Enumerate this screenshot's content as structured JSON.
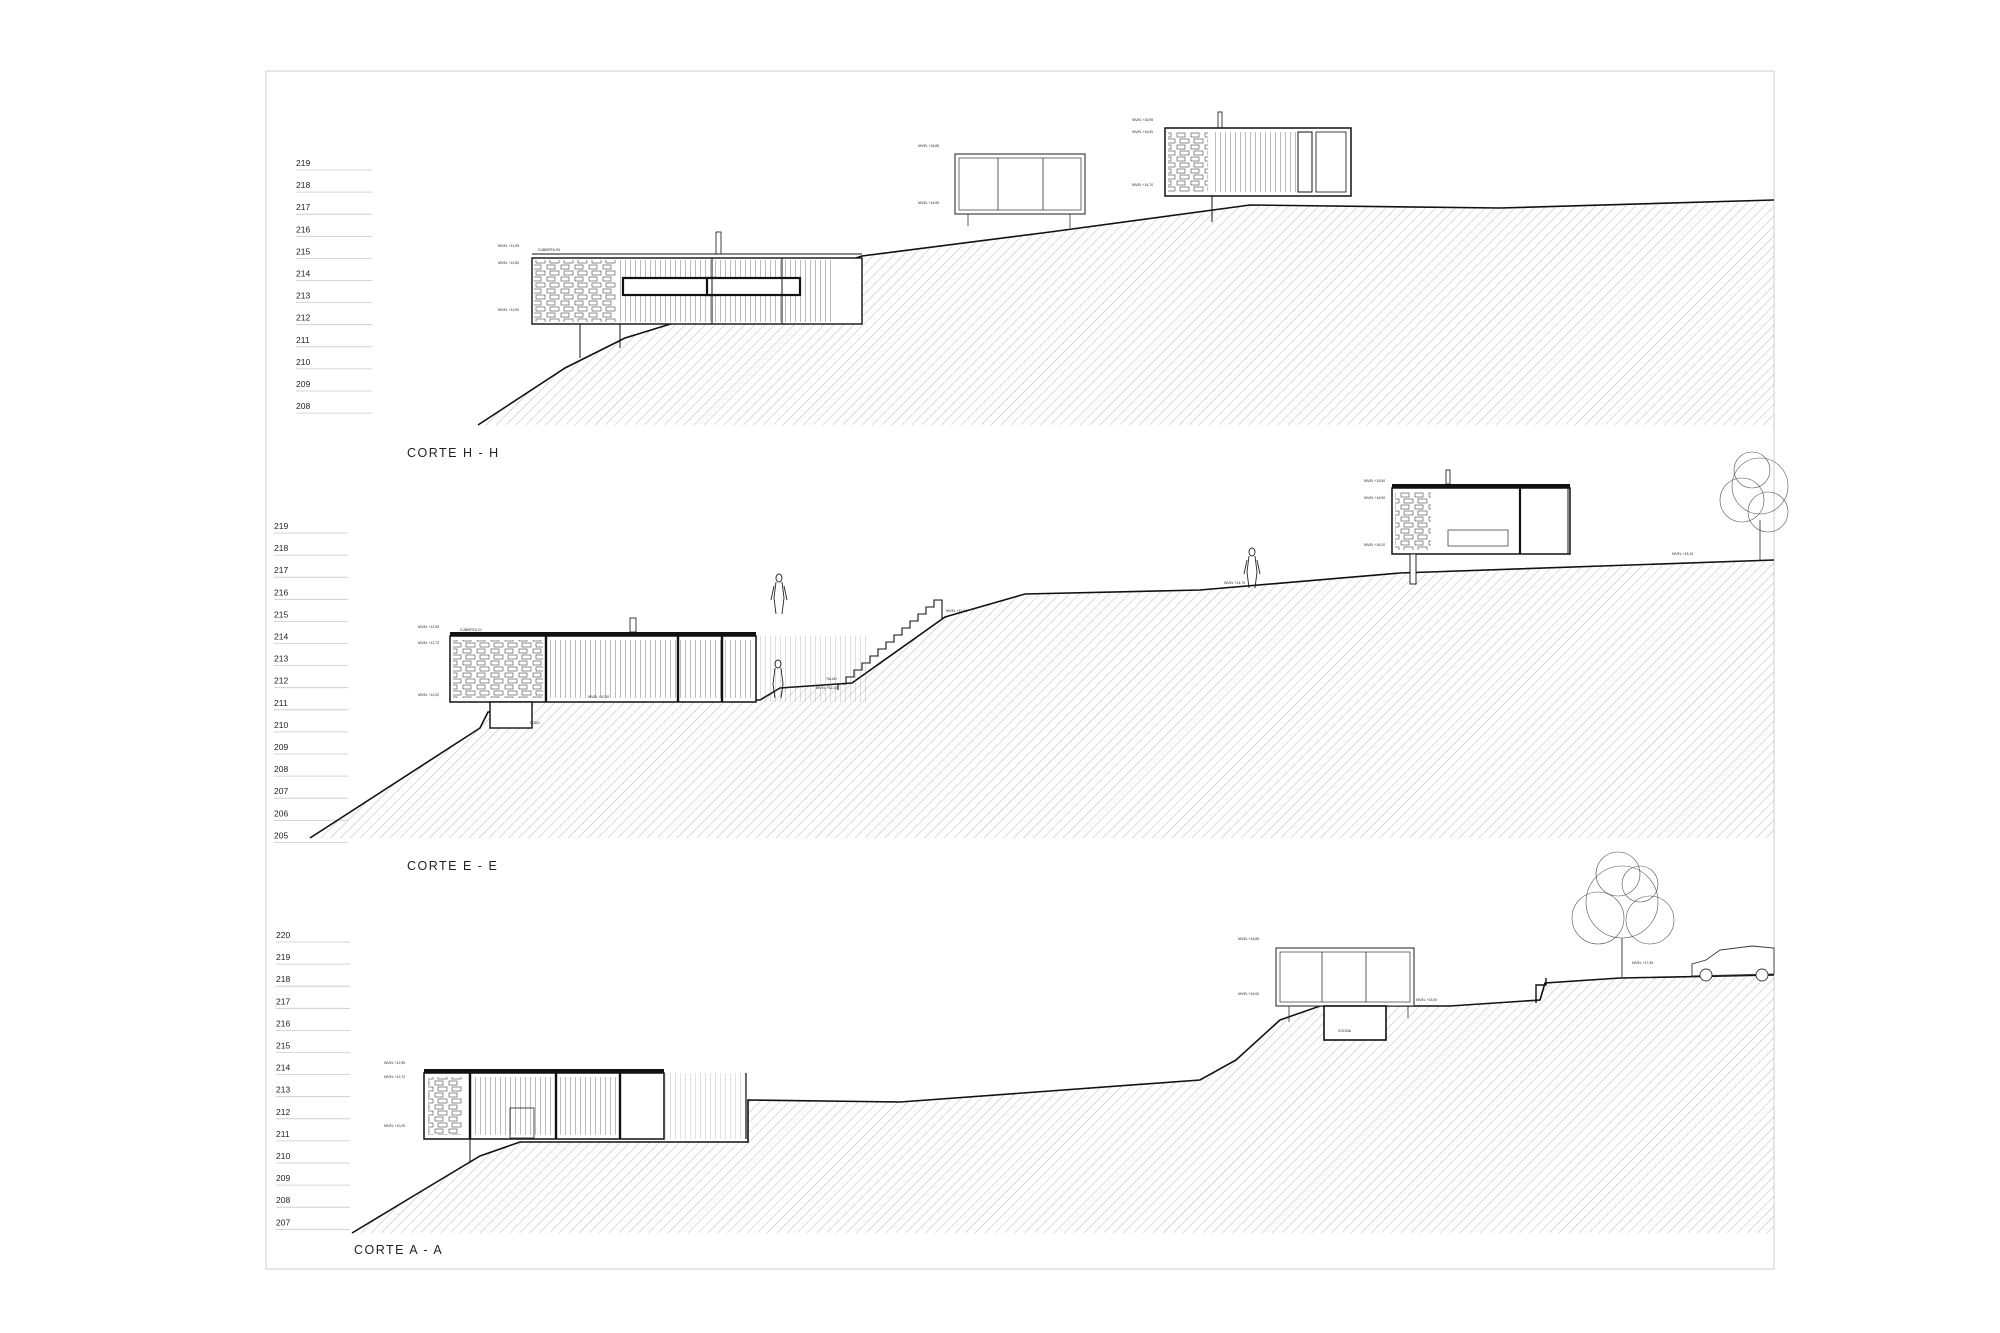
{
  "sections": [
    {
      "id": "hh",
      "title": "CORTE  H - H",
      "levels": [
        "219",
        "218",
        "217",
        "216",
        "215",
        "214",
        "213",
        "212",
        "211",
        "210",
        "209",
        "208"
      ],
      "tags": [
        "NIVEL +12,95",
        "CUBIERTA H3",
        "NIVEL +12,80",
        "NIVEL +11,90",
        "NIVEL +16,85",
        "NIVEL +14,90",
        "NIVEL +16,95",
        "NIVEL +16,90",
        "NIVEL +14,70"
      ]
    },
    {
      "id": "ee",
      "title": "CORTE  E - E",
      "levels": [
        "219",
        "218",
        "217",
        "216",
        "215",
        "214",
        "213",
        "212",
        "211",
        "210",
        "209",
        "208",
        "207",
        "206",
        "205"
      ],
      "tags": [
        "NIVEL +12,95",
        "CUBIERTA C1",
        "NIVEL +12,72",
        "NIVEL +10,20",
        "FOSO",
        "NIVEL +10,30",
        "TALUD",
        "NIVEL +11,10",
        "NIVEL +12,80",
        "NIVEL +15,90",
        "NIVEL +16,90",
        "NIVEL +16,20",
        "NIVEL +14,70",
        "NIVEL +15,10"
      ]
    },
    {
      "id": "aa",
      "title": "CORTE A - A",
      "levels": [
        "220",
        "219",
        "218",
        "217",
        "216",
        "215",
        "214",
        "213",
        "212",
        "211",
        "210",
        "209",
        "208",
        "207"
      ],
      "tags": [
        "NIVEL +12,95",
        "NIVEL +12,72",
        "NIVEL +10,20",
        "NIVEL +16,85",
        "NIVEL +15,00",
        "NIVEL +15,00",
        "NIVEL +17,35",
        "COCINA"
      ]
    }
  ]
}
